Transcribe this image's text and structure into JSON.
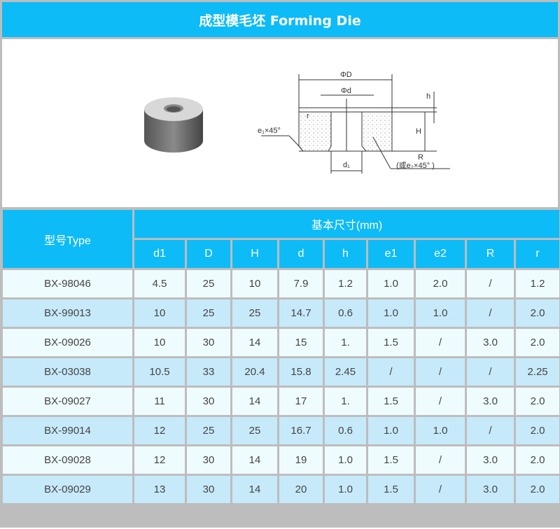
{
  "title": "成型模毛坯 Forming Die",
  "diagram": {
    "D": "ΦD",
    "d": "Φd",
    "h": "h",
    "H": "H",
    "r": "r",
    "e1": "e₁×45°",
    "d1": "d₁",
    "R": "R",
    "e2": "(或e₂×45° )"
  },
  "table": {
    "type_header": "型号Type",
    "group_header": "基本尺寸(mm)",
    "columns": [
      "d1",
      "D",
      "H",
      "d",
      "h",
      "e1",
      "e2",
      "R",
      "r"
    ],
    "rows": [
      [
        "BX-98046",
        "4.5",
        "25",
        "10",
        "7.9",
        "1.2",
        "1.0",
        "2.0",
        "/",
        "1.2"
      ],
      [
        "BX-99013",
        "10",
        "25",
        "25",
        "14.7",
        "0.6",
        "1.0",
        "1.0",
        "/",
        "2.0"
      ],
      [
        "BX-09026",
        "10",
        "30",
        "14",
        "15",
        "1.",
        "1.5",
        "/",
        "3.0",
        "2.0"
      ],
      [
        "BX-03038",
        "10.5",
        "33",
        "20.4",
        "15.8",
        "2.45",
        "/",
        "/",
        "/",
        "2.25"
      ],
      [
        "BX-09027",
        "11",
        "30",
        "14",
        "17",
        "1.",
        "1.5",
        "/",
        "3.0",
        "2.0"
      ],
      [
        "BX-99014",
        "12",
        "25",
        "25",
        "16.7",
        "0.6",
        "1.0",
        "1.0",
        "/",
        "2.0"
      ],
      [
        "BX-09028",
        "12",
        "30",
        "14",
        "19",
        "1.0",
        "1.5",
        "/",
        "3.0",
        "2.0"
      ],
      [
        "BX-09029",
        "13",
        "30",
        "14",
        "20",
        "1.0",
        "1.5",
        "/",
        "3.0",
        "2.0"
      ]
    ]
  }
}
